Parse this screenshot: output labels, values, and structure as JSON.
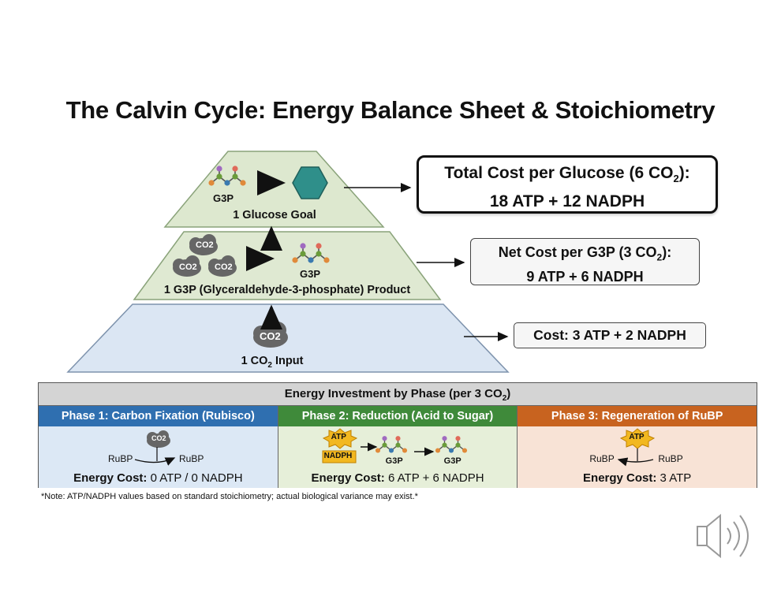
{
  "title": "The Calvin Cycle: Energy Balance Sheet & Stoichiometry",
  "pyramid": {
    "top": {
      "molecule_label": "G3P",
      "caption": "1 Glucose Goal"
    },
    "middle": {
      "co2_labels": [
        "CO2",
        "CO2",
        "CO2"
      ],
      "molecule_label": "G3P",
      "caption": "1 G3P (Glyceraldehyde-3-phosphate) Product"
    },
    "bottom": {
      "co2_label": "CO2",
      "caption_prefix": "1 CO",
      "caption_sub": "2",
      "caption_suffix": " Input"
    }
  },
  "callouts": {
    "glucose": {
      "line1_prefix": "Total Cost per Glucose (6 CO",
      "line1_sub": "2",
      "line1_suffix": "):",
      "line2": "18 ATP + 12 NADPH"
    },
    "g3p": {
      "line1_prefix": "Net Cost per G3P (3 CO",
      "line1_sub": "2",
      "line1_suffix": "):",
      "line2": "9 ATP + 6 NADPH"
    },
    "co2": {
      "text": "Cost: 3 ATP + 2 NADPH"
    }
  },
  "table": {
    "header_prefix": "Energy Investment by Phase (per 3 CO",
    "header_sub": "2",
    "header_suffix": ")",
    "phases": [
      {
        "title": "Phase 1: Carbon Fixation (Rubisco)",
        "co2_label": "CO2",
        "left": "RuBP",
        "right": "RuBP",
        "cost_label": "Energy Cost:",
        "cost_value": " 0 ATP / 0 NADPH",
        "color": "#2f6fb0"
      },
      {
        "title": "Phase 2: Reduction (Acid to Sugar)",
        "atp": "ATP",
        "nadph": "NADPH",
        "g3p_a": "G3P",
        "g3p_b": "G3P",
        "cost_label": "Energy Cost:",
        "cost_value": " 6 ATP + 6 NADPH",
        "color": "#3f8a3a"
      },
      {
        "title": "Phase 3: Regeneration of RuBP",
        "atp": "ATP",
        "left": "RuBP",
        "right": "RuBP",
        "cost_label": "Energy Cost:",
        "cost_value": " 3 ATP",
        "color": "#c8631f"
      }
    ]
  },
  "note": "*Note: ATP/NADPH values based on standard stoichiometry; actual biological variance may exist.*",
  "icons": {
    "speaker": "speaker-icon"
  }
}
